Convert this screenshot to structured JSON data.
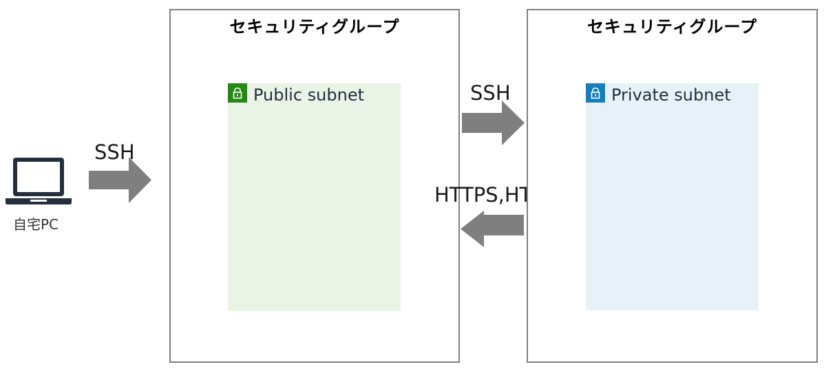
{
  "diagram": {
    "home_pc": {
      "label": "自宅PC",
      "icon": "laptop-icon"
    },
    "security_groups": [
      {
        "title": "セキュリティグループ",
        "subnet": {
          "label": "Public subnet",
          "icon": "lock-icon",
          "icon_color": "#248814",
          "fill_color": "#e9f3e6"
        }
      },
      {
        "title": "セキュリティグループ",
        "subnet": {
          "label": "Private subnet",
          "icon": "lock-icon",
          "icon_color": "#147eba",
          "fill_color": "#e6f2f8"
        }
      }
    ],
    "connections": [
      {
        "label": "SSH",
        "direction": "right",
        "from": "自宅PC",
        "to": "Public subnet"
      },
      {
        "label": "SSH",
        "direction": "right",
        "from": "Public subnet",
        "to": "Private subnet"
      },
      {
        "label": "HTTPS,HTTP",
        "direction": "left",
        "from": "Private subnet",
        "to": "Public subnet"
      }
    ],
    "arrow_color": "#7f7f7f",
    "border_color": "#7f7f7f"
  }
}
